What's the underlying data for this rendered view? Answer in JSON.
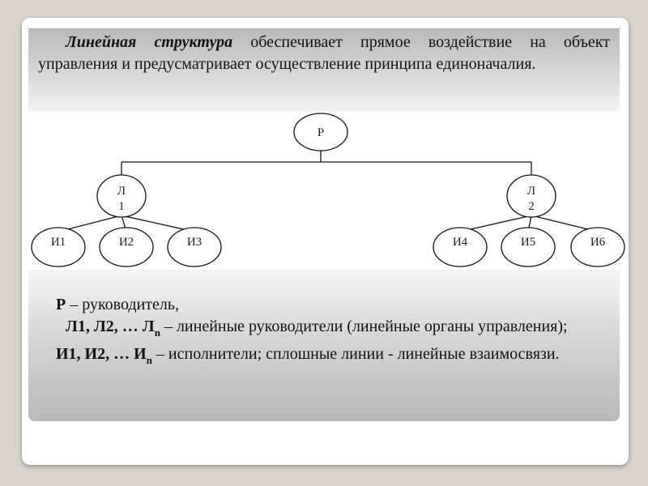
{
  "top": {
    "bold_term": "Линейная структура",
    "text": "обеспечивает прямое воздействие на объект управления и предусматривает осуществление принципа единоначалия."
  },
  "diagram": {
    "root": "Р",
    "managers": [
      {
        "label_line1": "Л",
        "label_line2": "1"
      },
      {
        "label_line1": "Л",
        "label_line2": "2"
      }
    ],
    "executors": [
      "И1",
      "И2",
      "И3",
      "И4",
      "И5",
      "И6"
    ]
  },
  "legend": {
    "r_term": "Р",
    "r_text": " – руководитель,",
    "l_term": "Л1, Л2, … Л",
    "l_sub": "n",
    "l_text": " – линейные руководители (линейные органы управления);",
    "i_term": "И1, И2, … И",
    "i_sub": "n",
    "i_text": " – исполнители; сплошные линии - линейные взаимосвязи."
  }
}
